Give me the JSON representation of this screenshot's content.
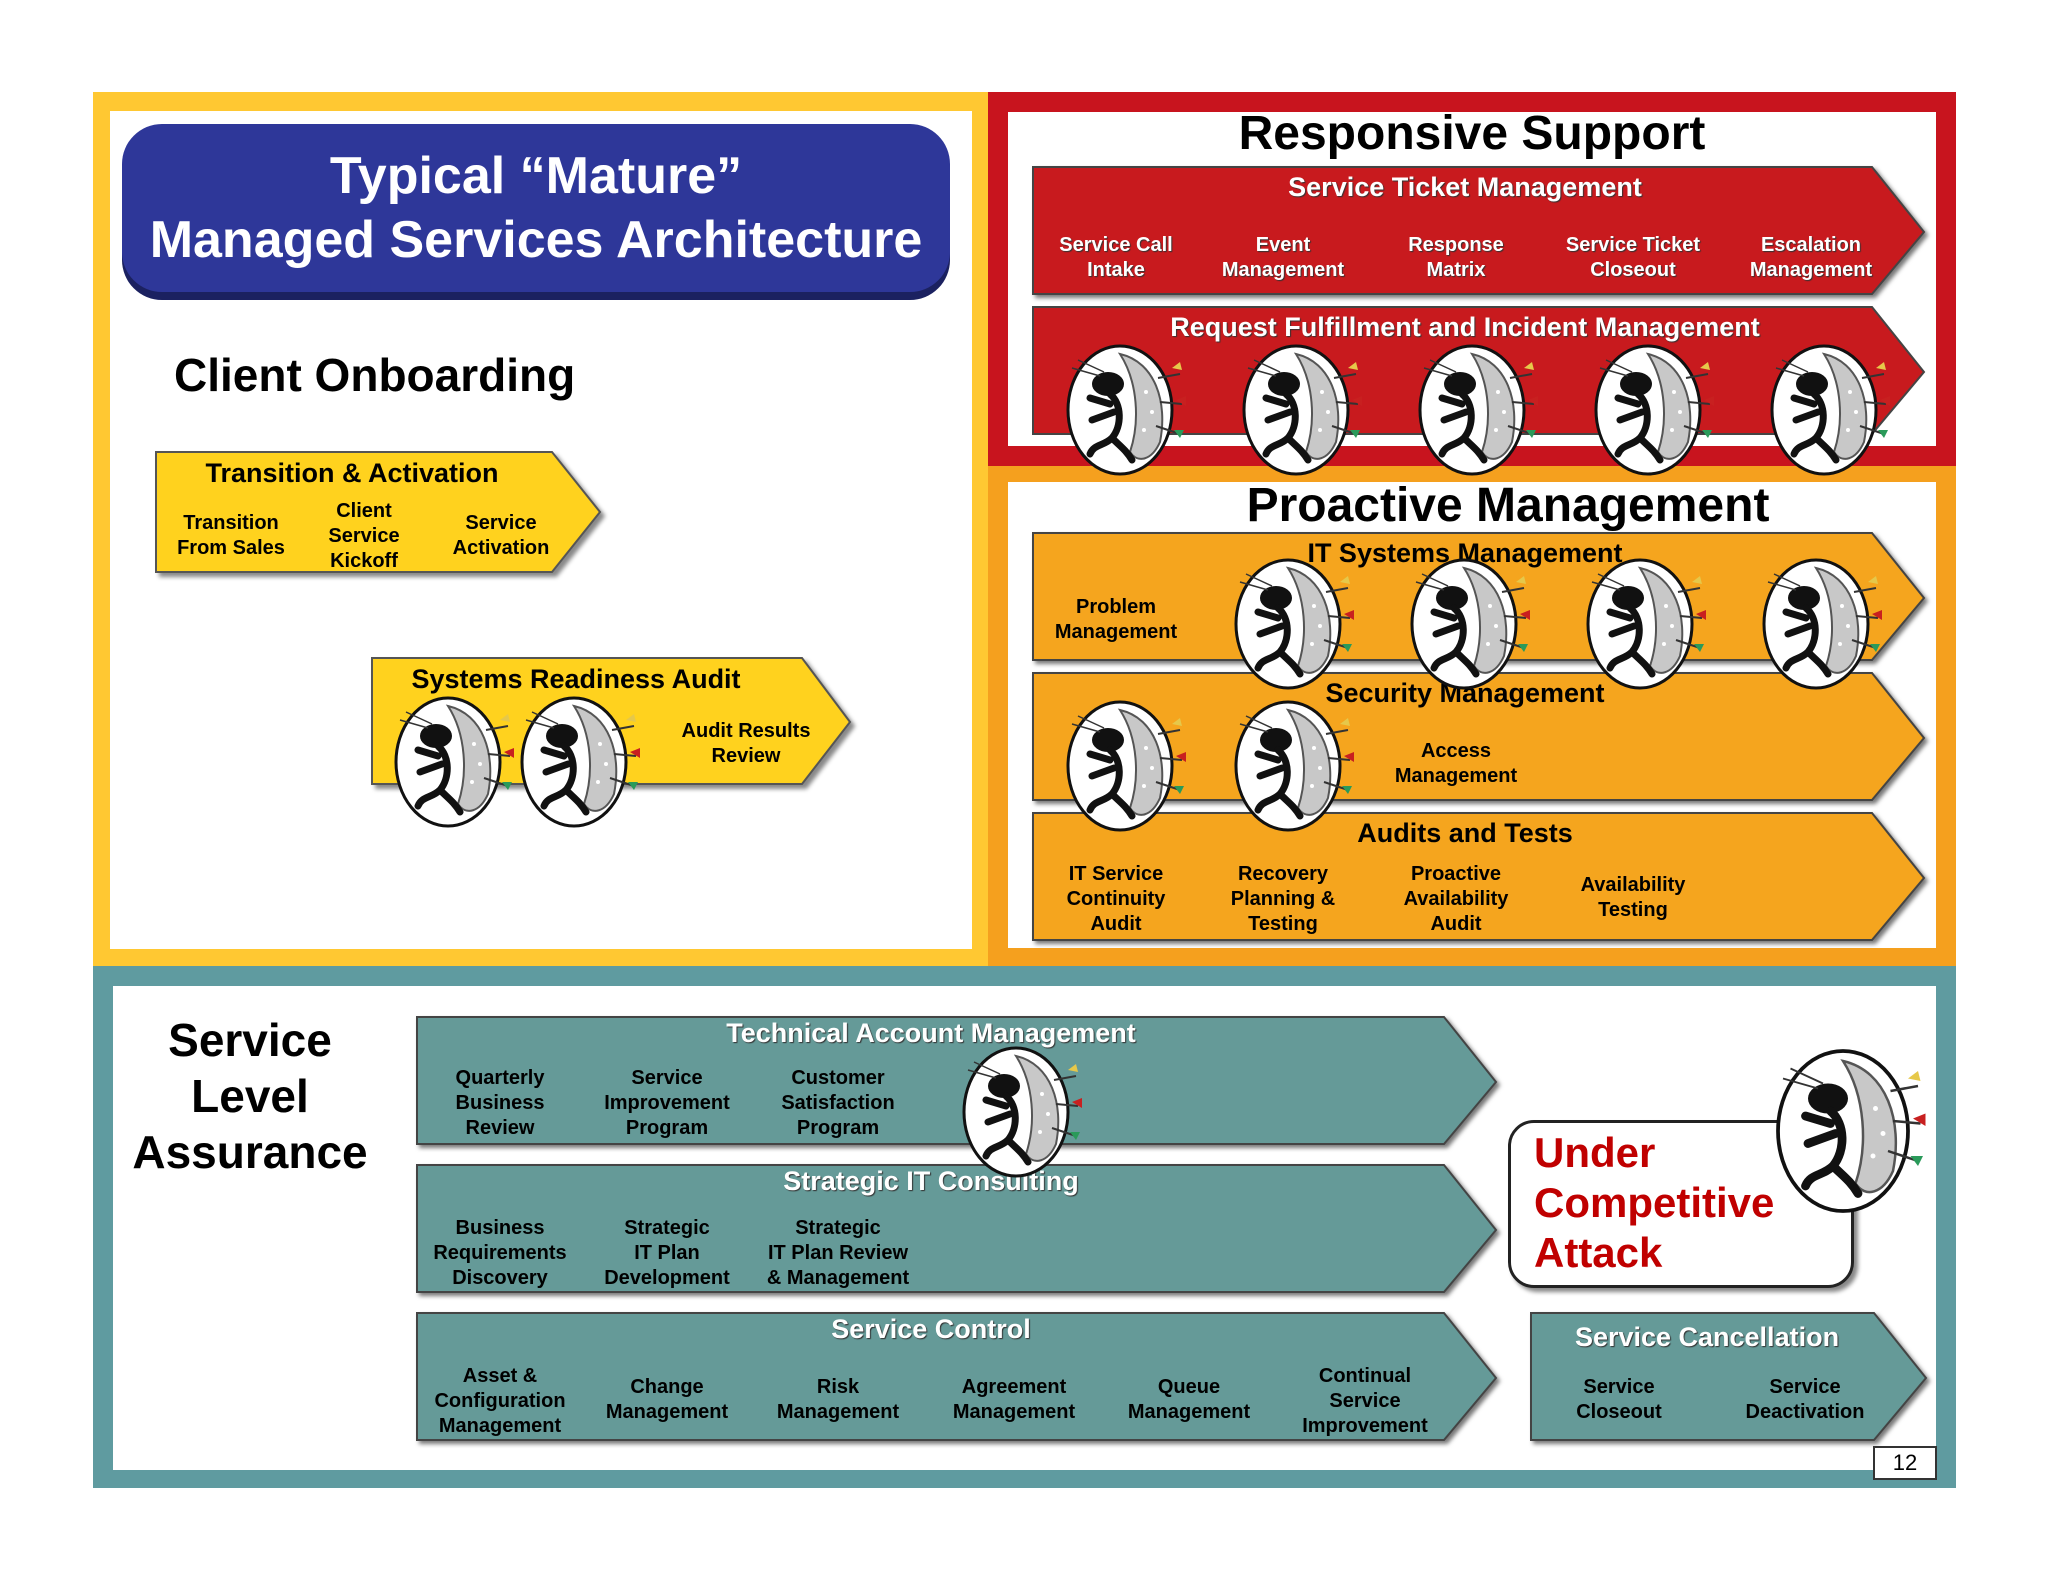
{
  "title": {
    "line1": "Typical “Mature”",
    "line2": "Managed Services Architecture"
  },
  "colors": {
    "yellow_frame": "#ffc832",
    "red_frame": "#c8141e",
    "orange_frame": "#f5a01e",
    "teal_frame": "#5f9ba0",
    "navy": "#2e3799",
    "arrow_red": "#c81a1e",
    "arrow_yellow": "#ffd21e",
    "arrow_orange": "#f5a51e",
    "arrow_teal": "#659a98",
    "attack_red": "#c00000"
  },
  "onboarding": {
    "heading": "Client Onboarding",
    "transition": {
      "title": "Transition & Activation",
      "items": [
        "Transition\nFrom Sales",
        "Client\nService\nKickoff",
        "Service\nActivation"
      ]
    },
    "readiness": {
      "title": "Systems Readiness Audit",
      "items": [
        "Audit Results\nReview"
      ]
    }
  },
  "responsive": {
    "heading": "Responsive Support",
    "ticket": {
      "title": "Service Ticket Management",
      "items": [
        "Service Call\nIntake",
        "Event\nManagement",
        "Response\nMatrix",
        "Service Ticket\nCloseout",
        "Escalation\nManagement"
      ]
    },
    "request": {
      "title": "Request Fulfillment and Incident Management"
    }
  },
  "proactive": {
    "heading": "Proactive Management",
    "systems": {
      "title": "IT Systems Management",
      "items": [
        "Problem\nManagement"
      ]
    },
    "security": {
      "title": "Security Management",
      "items": [
        "Access\nManagement"
      ]
    },
    "audits": {
      "title": "Audits and Tests",
      "items": [
        "IT Service\nContinuity\nAudit",
        "Recovery\nPlanning &\nTesting",
        "Proactive\nAvailability\nAudit",
        "Availability\nTesting"
      ]
    }
  },
  "sla": {
    "heading": "Service\nLevel\nAssurance",
    "tam": {
      "title": "Technical Account Management",
      "items": [
        "Quarterly\nBusiness\nReview",
        "Service\nImprovement\nProgram",
        "Customer\nSatisfaction\nProgram"
      ]
    },
    "consulting": {
      "title": "Strategic IT Consulting",
      "items": [
        "Business\nRequirements\nDiscovery",
        "Strategic\nIT Plan\nDevelopment",
        "Strategic\nIT Plan Review\n& Management"
      ]
    },
    "control": {
      "title": "Service Control",
      "items": [
        "Asset &\nConfiguration\nManagement",
        "Change\nManagement",
        "Risk\nManagement",
        "Agreement\nManagement",
        "Queue\nManagement",
        "Continual\nService\nImprovement"
      ]
    },
    "cancellation": {
      "title": "Service Cancellation",
      "items": [
        "Service\nCloseout",
        "Service\nDeactivation"
      ]
    }
  },
  "attack": {
    "text": "Under\nCompetitive\nAttack",
    "icon": "attacking-bug-icon"
  },
  "page_number": "12"
}
